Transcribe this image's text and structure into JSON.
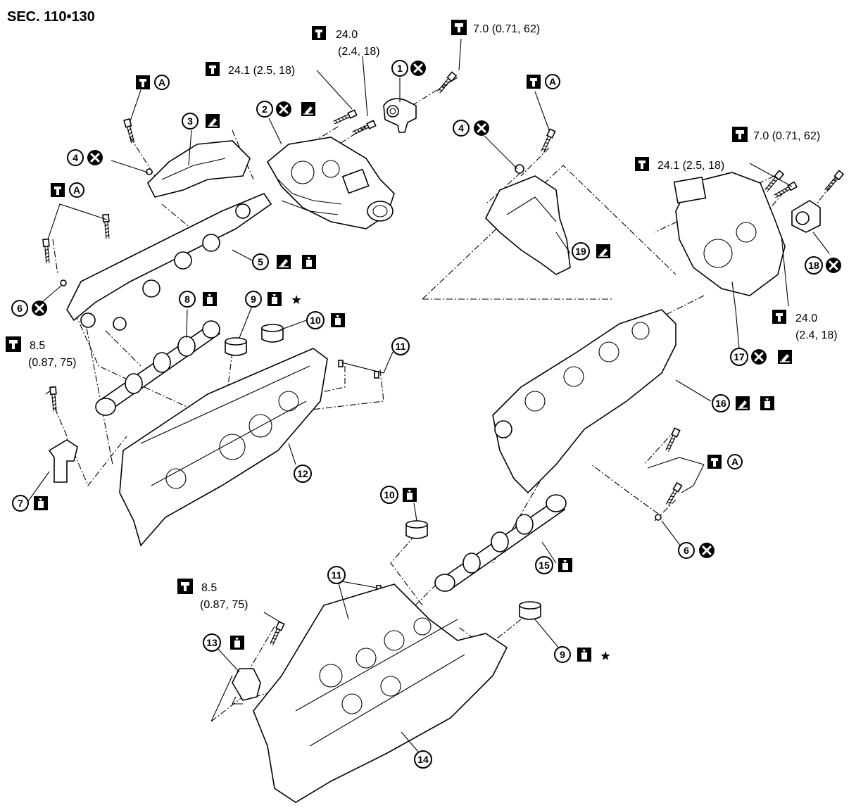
{
  "section": "SEC. 110•130",
  "torque_specs": {
    "t_24_0_top": {
      "line1": "24.0",
      "line2": "(2.4, 18)"
    },
    "t_7_0_top": "7.0 (0.71, 62)",
    "t_24_1_left": "24.1 (2.5, 18)",
    "t_A": "A",
    "t_7_0_right": "7.0 (0.71, 62)",
    "t_24_1_right": "24.1 (2.5, 18)",
    "t_8_5_left": {
      "line1": "8.5",
      "line2": "(0.87, 75)"
    },
    "t_24_0_right": {
      "line1": "24.0",
      "line2": "(2.4, 18)"
    },
    "t_8_5_bottom": {
      "line1": "8.5",
      "line2": "(0.87, 75)"
    }
  },
  "callouts": {
    "c1": "1",
    "c2": "2",
    "c3": "3",
    "c4": "4",
    "c5": "5",
    "c6": "6",
    "c7": "7",
    "c8": "8",
    "c9": "9",
    "c10": "10",
    "c11": "11",
    "c12": "12",
    "c13": "13",
    "c14": "14",
    "c15": "15",
    "c16": "16",
    "c17": "17",
    "c18": "18",
    "c19": "19"
  },
  "symbols": {
    "star": "★",
    "icons": [
      "torque-wrench-icon",
      "replace-x-icon",
      "sealant-icon",
      "lubricate-oil-icon"
    ]
  }
}
